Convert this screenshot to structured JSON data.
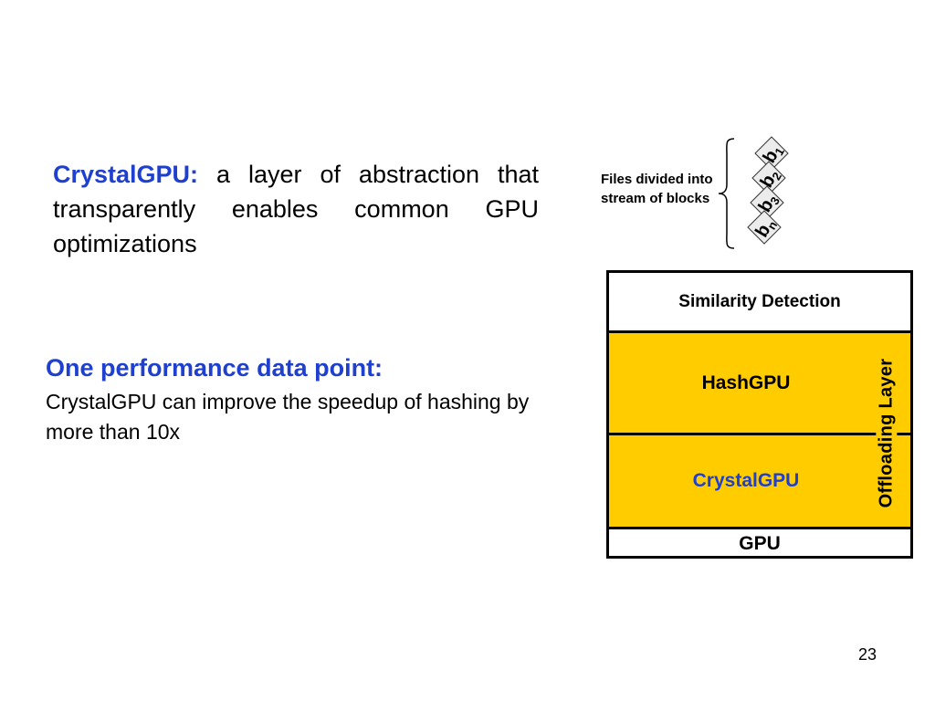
{
  "intro": {
    "keyword": "CrystalGPU:",
    "text": " a layer of abstraction that transparently enables common GPU optimizations"
  },
  "performance": {
    "title": "One performance data point:",
    "body": "CrystalGPU can improve the speedup of hashing by more than 10x"
  },
  "files_label": "Files divided into stream of blocks",
  "blocks": [
    {
      "letter": "b",
      "index": "1"
    },
    {
      "letter": "b",
      "index": "2"
    },
    {
      "letter": "b",
      "index": "3"
    },
    {
      "letter": "b",
      "index": "n"
    }
  ],
  "stack": {
    "layers": [
      "Similarity Detection",
      "HashGPU",
      "CrystalGPU",
      "GPU"
    ],
    "side_label": "Offloading Layer"
  },
  "colors": {
    "accent_blue": "#1f3fcf",
    "layer_yellow": "#ffcc00"
  },
  "page_number": "23"
}
